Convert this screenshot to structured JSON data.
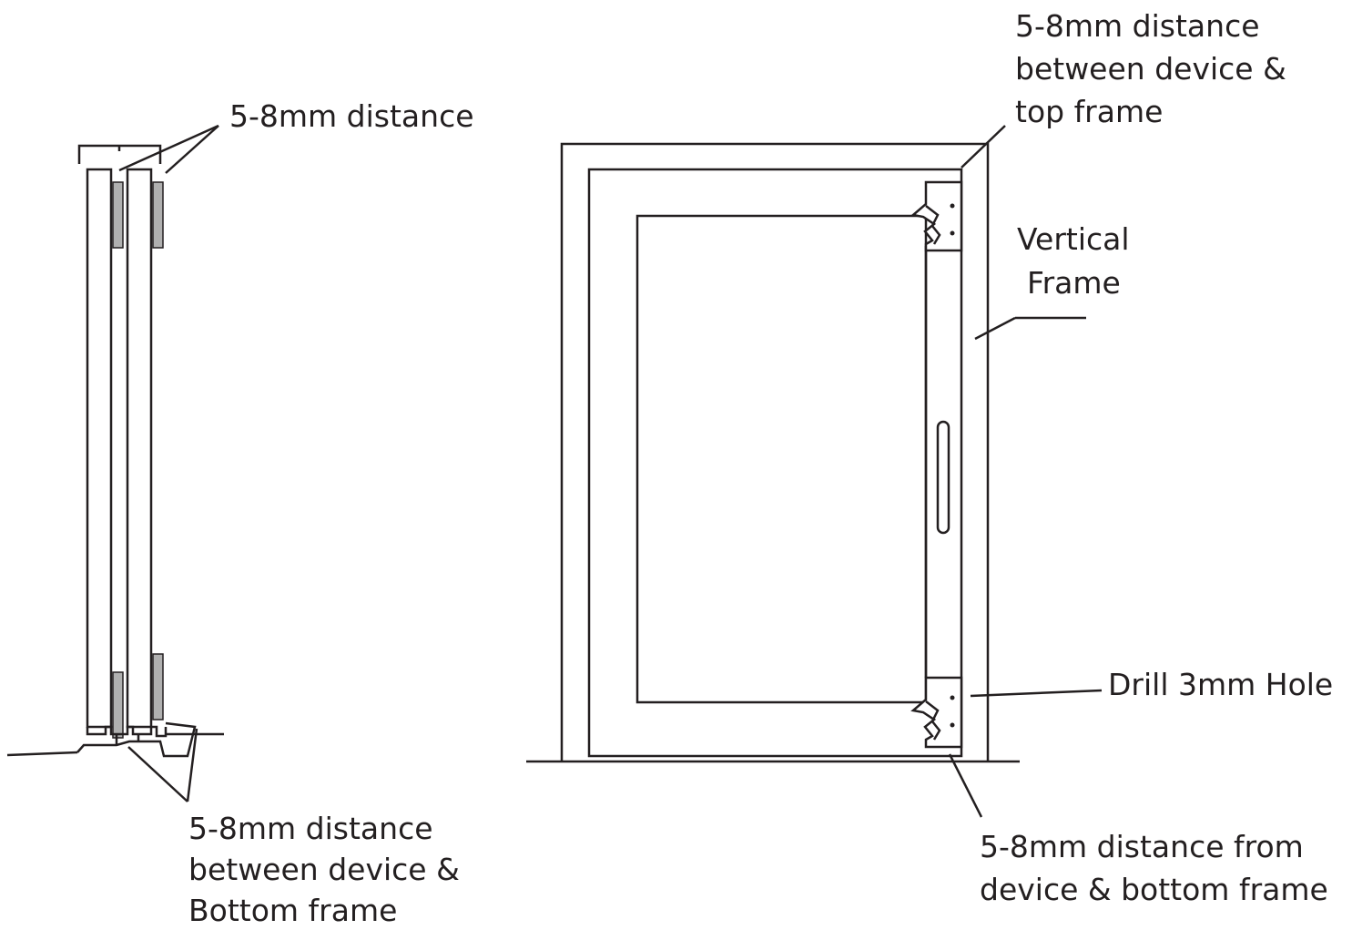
{
  "colors": {
    "line": "#231f20",
    "background": "#ffffff",
    "seal": "#b0b0b0"
  },
  "labels": {
    "side_top": "5-8mm distance",
    "side_bottom": [
      "5-8mm distance",
      "between device &",
      "Bottom frame"
    ],
    "front_top": [
      "5-8mm distance",
      "between device &",
      "top frame"
    ],
    "vertical_frame": [
      "Vertical",
      "Frame"
    ],
    "drill_hole": "Drill 3mm Hole",
    "front_bottom": [
      "5-8mm distance from",
      "device & bottom frame"
    ]
  }
}
